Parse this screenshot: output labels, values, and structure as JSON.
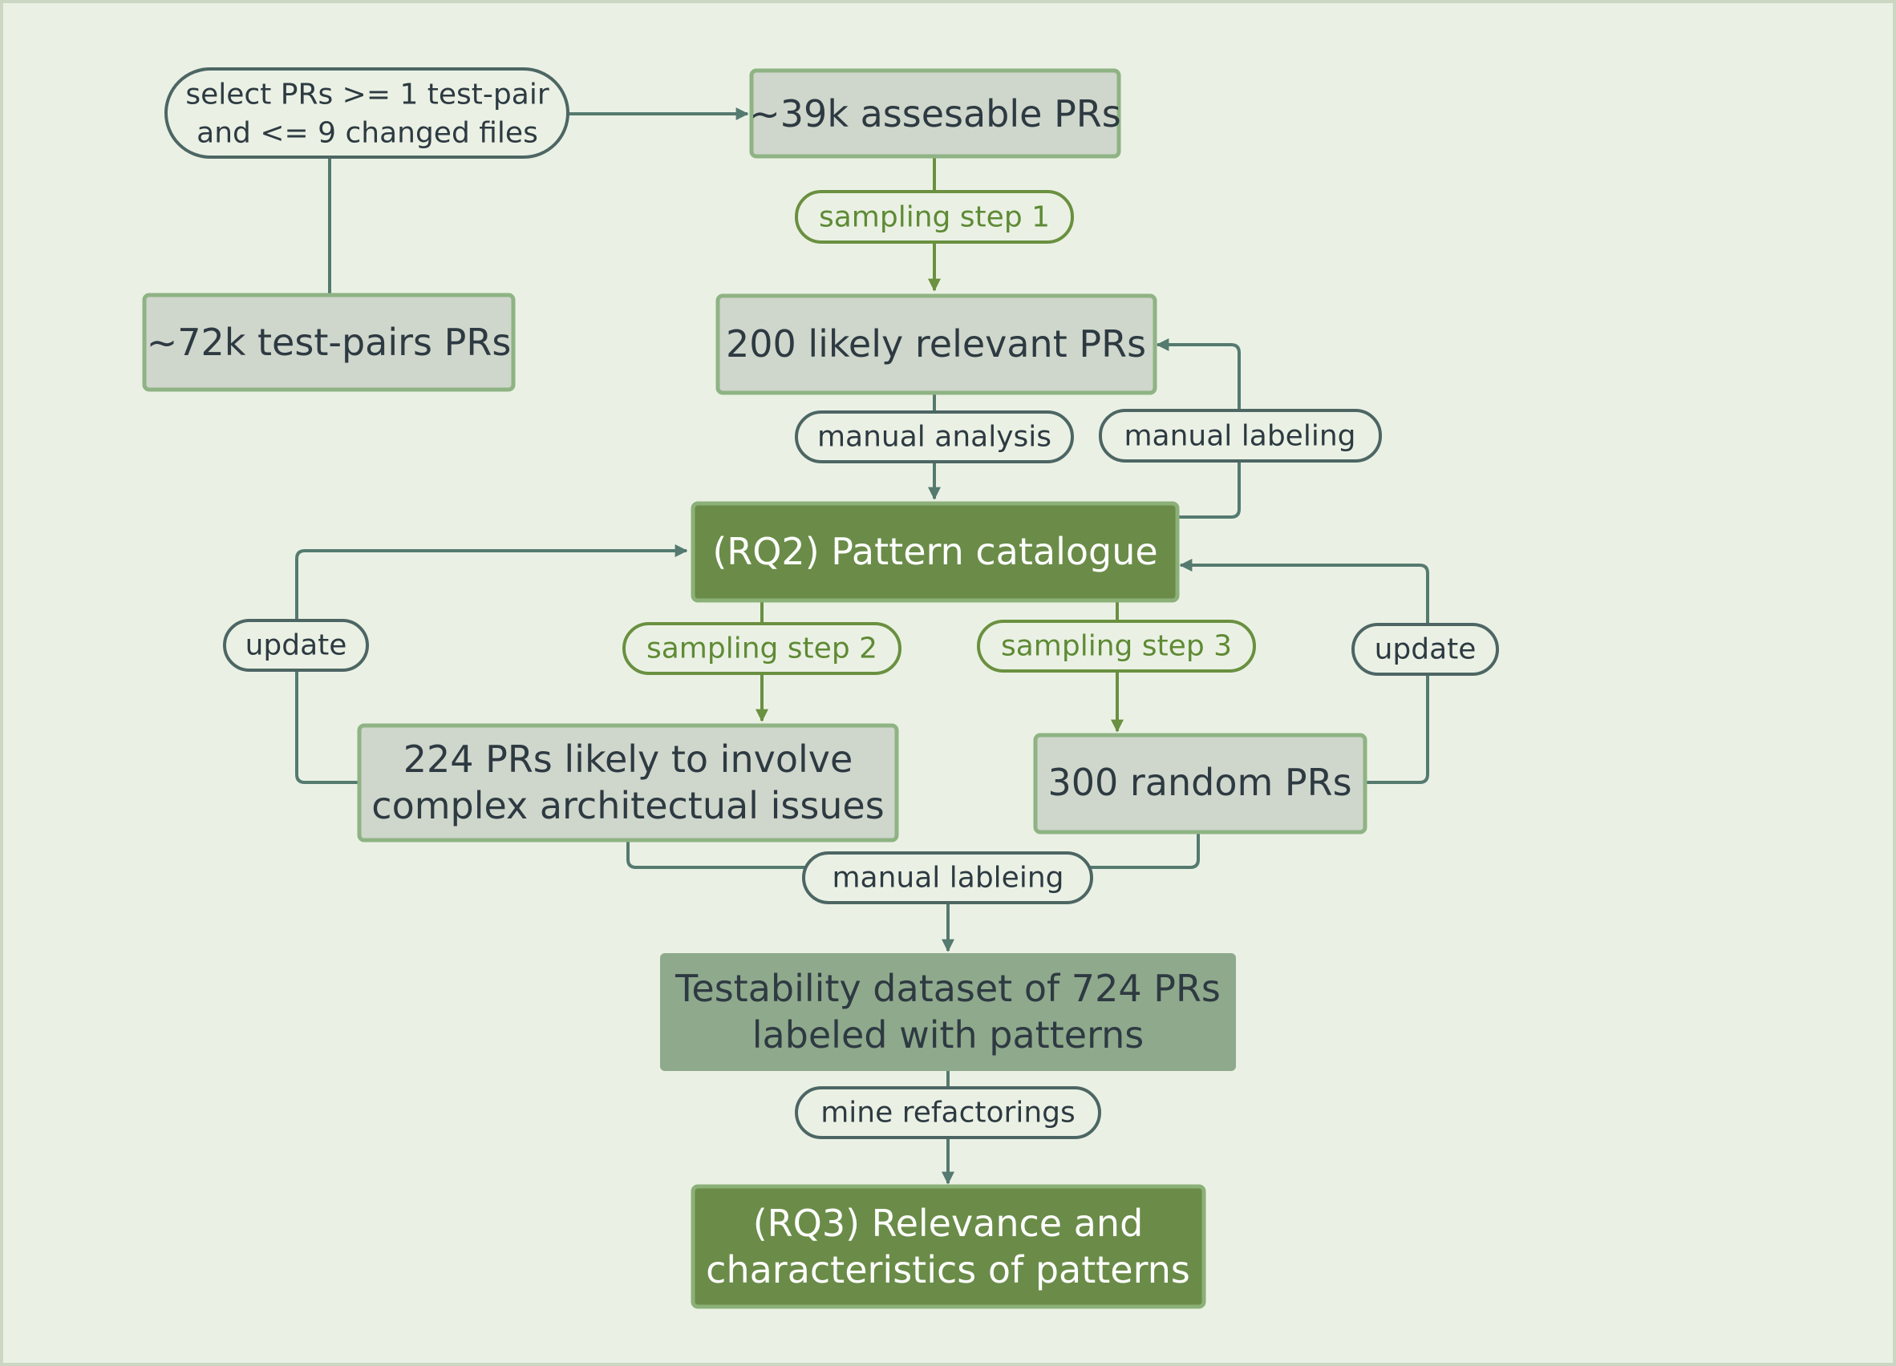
{
  "colors": {
    "background": "#eaf1e4",
    "frame": "#cbd6c3",
    "process_fill": "#cfd6cb",
    "process_stroke": "#8fb384",
    "result_fill": "#6a8c48",
    "result_stroke": "#8bb078",
    "dataset_fill": "#8fa98c",
    "text_dark": "#2e3a42",
    "text_light": "#ffffff",
    "label_stroke_gray": "#4d6664",
    "label_stroke_green": "#6a9040",
    "label_text_green": "#5f8a35",
    "arrow_gray": "#557a70",
    "arrow_green": "#6a9040"
  },
  "nodes": {
    "select_criteria": {
      "lines": [
        "select PRs >= 1 test-pair",
        "and <= 9 changed files"
      ]
    },
    "assessable_prs": {
      "lines": [
        "~39k assesable PRs"
      ]
    },
    "test_pairs_prs": {
      "lines": [
        "~72k test-pairs PRs"
      ]
    },
    "likely_relevant_prs": {
      "lines": [
        "200 likely relevant PRs"
      ]
    },
    "pattern_catalogue": {
      "lines": [
        "(RQ2) Pattern catalogue"
      ]
    },
    "complex_prs": {
      "lines": [
        "224 PRs likely to involve",
        "complex architectual issues"
      ]
    },
    "random_prs": {
      "lines": [
        "300 random PRs"
      ]
    },
    "testability_dataset": {
      "lines": [
        "Testability dataset of 724 PRs",
        "labeled with patterns"
      ]
    },
    "rq3_relevance": {
      "lines": [
        "(RQ3) Relevance and",
        "characteristics of patterns"
      ]
    }
  },
  "edge_labels": {
    "sampling_step_1": "sampling step 1",
    "manual_analysis": "manual analysis",
    "manual_labeling": "manual labeling",
    "update_left": "update",
    "sampling_step_2": "sampling step 2",
    "sampling_step_3": "sampling step 3",
    "update_right": "update",
    "manual_lableing": "manual lableing",
    "mine_refactorings": "mine refactorings"
  }
}
